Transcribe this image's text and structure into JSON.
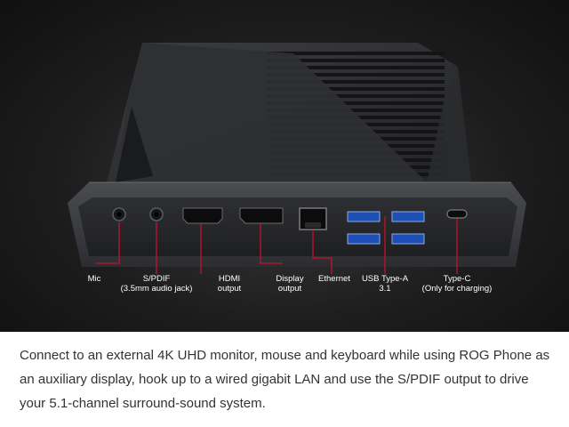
{
  "hero": {
    "background": "#1d1d1d",
    "accent_line_color": "#c8102e",
    "ports": [
      {
        "id": "mic",
        "label": "Mic",
        "sub": ""
      },
      {
        "id": "spdif",
        "label": "S/PDIF",
        "sub": "(3.5mm audio jack)"
      },
      {
        "id": "hdmi",
        "label": "HDMI",
        "sub": "output"
      },
      {
        "id": "displayport",
        "label": "Display",
        "sub": "output"
      },
      {
        "id": "ethernet",
        "label": "Ethernet",
        "sub": ""
      },
      {
        "id": "usb-a",
        "label": "USB Type-A",
        "sub": "3.1"
      },
      {
        "id": "usb-c",
        "label": "Type-C",
        "sub": "(Only for charging)"
      }
    ]
  },
  "description": "Connect to an external 4K UHD monitor, mouse and keyboard while using ROG Phone as an auxiliary display, hook up to a wired gigabit LAN and use the S/PDIF output to drive your 5.1-channel surround-sound system."
}
